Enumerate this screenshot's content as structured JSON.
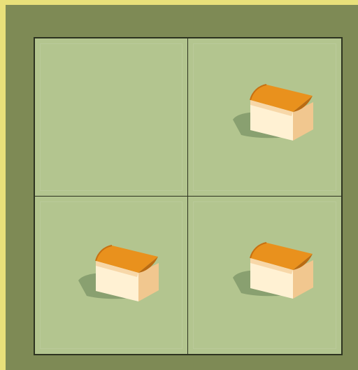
{
  "board": {
    "background_color": "#7e8a55",
    "lot_color": "#b3c58f",
    "lines_color": "#2d3320"
  },
  "lots": [
    {
      "id": "top-left",
      "has_house": false
    },
    {
      "id": "top-right",
      "has_house": true
    },
    {
      "id": "bottom-left",
      "has_house": true
    },
    {
      "id": "bottom-right",
      "has_house": true
    }
  ],
  "house": {
    "icon": "house-icon",
    "roof_color": "#e58d20",
    "wall_color": "#f7d7a8",
    "shadow_color": "#89a070"
  }
}
